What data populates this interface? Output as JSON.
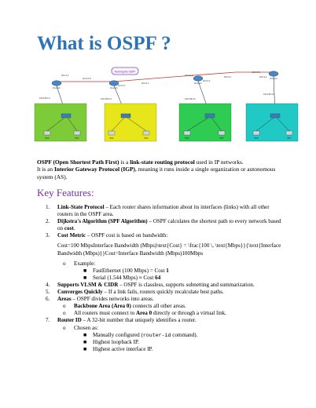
{
  "title": "What is OSPF ?",
  "diagram": {
    "cloud_label": "Running the OSPF",
    "top_links": [
      "10.0.0.0",
      "20.0.0.0",
      "40.0.0.0"
    ],
    "router_ips": [
      "30.0.0.2",
      "10.0.0.1",
      "20.0.0.1",
      "20.0.0.2",
      "40.0.0.1",
      "40.0.0.2"
    ],
    "lan_labels": [
      "192.168.1.0",
      "192.168.2.0",
      "192.168.3.0",
      "192.168.4.0"
    ],
    "pc_labels": [
      "PC0",
      "PC1",
      "PC2",
      "PC3",
      "PC4",
      "PC5",
      "PC6",
      "PC7"
    ],
    "zone_colors": [
      "#7ecb3a",
      "#e6e61a",
      "#2ecc52",
      "#20c9c4"
    ]
  },
  "intro": {
    "p1_bold1": "OSPF (Open Shortest Path First)",
    "p1_mid": " is a ",
    "p1_bold2": "link-state routing protocol",
    "p1_end": " used in IP networks.",
    "p2_start": "It is an ",
    "p2_bold": "Interior Gateway Protocol (IGP)",
    "p2_end": ", meaning it runs inside a single organization or autonomous system (AS)."
  },
  "key_features_heading": "Key Features:",
  "items": {
    "i1_num": "1.",
    "i1_bold": "Link-State Protocol",
    "i1_text": " – Each router shares information about its interfaces (links) with all other routers in the OSPF area.",
    "i2_num": "2.",
    "i2_bold": "Dijkstra's Algorithm (SPF Algorithm)",
    "i2_text": " – OSPF calculates the shortest path to every network based on ",
    "i2_bold2": "cost",
    "i2_end": ".",
    "i3_num": "3.",
    "i3_bold": "Cost Metric",
    "i3_text": " – OSPF cost is based on bandwidth:",
    "formula": "Cost=100 MbpsInterface Bandwidth (Mbps)\\text{Cost} = \\frac{100 \\, \\text{Mbps}}{\\text{Interface Bandwidth (Mbps)}}Cost=Interface Bandwidth (Mbps)100Mbps",
    "example_label": "Example:",
    "ex1": "FastEthernet (100 Mbps) = Cost ",
    "ex1_bold": "1",
    "ex2": "Serial (1.544 Mbps) ≈ Cost ",
    "ex2_bold": "64",
    "i4_num": "4.",
    "i4_bold": "Supports VLSM & CIDR",
    "i4_text": " – OSPF is classless, supports subnetting and summarization.",
    "i5_num": "5.",
    "i5_bold": "Converges Quickly",
    "i5_text": " – If a link fails, routers quickly recalculate best paths.",
    "i6_num": "6.",
    "i6_bold": "Areas",
    "i6_text": " – OSPF divides networks into areas.",
    "a1_bold": "Backbone Area (Area 0)",
    "a1_text": " connects all other areas.",
    "a2_text": "All routers must connect to ",
    "a2_bold": "Area 0",
    "a2_end": " directly or through a virtual link.",
    "i7_num": "7.",
    "i7_bold": "Router ID",
    "i7_text": " – A 32-bit number that uniquely identifies a router.",
    "chosen": "Chosen as:",
    "c1_text": "Manually configured (",
    "c1_code": "router-id",
    "c1_end": " command).",
    "c2": "Highest loopback IP.",
    "c3": "Highest active interface IP."
  }
}
